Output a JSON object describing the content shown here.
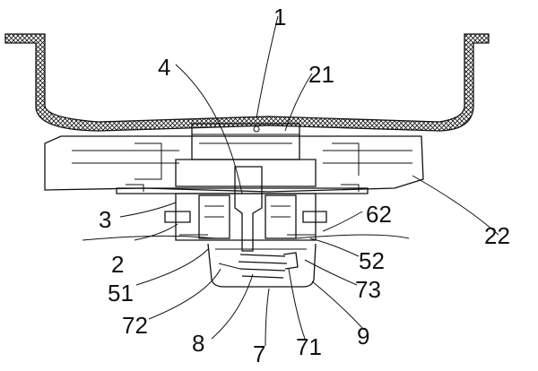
{
  "figure": {
    "labels": {
      "l1": "1",
      "l4": "4",
      "l21": "21",
      "l3": "3",
      "l62": "62",
      "l22": "22",
      "l2": "2",
      "l52": "52",
      "l51": "51",
      "l73": "73",
      "l72": "72",
      "l8": "8",
      "l7": "7",
      "l71": "71",
      "l9": "9"
    }
  }
}
